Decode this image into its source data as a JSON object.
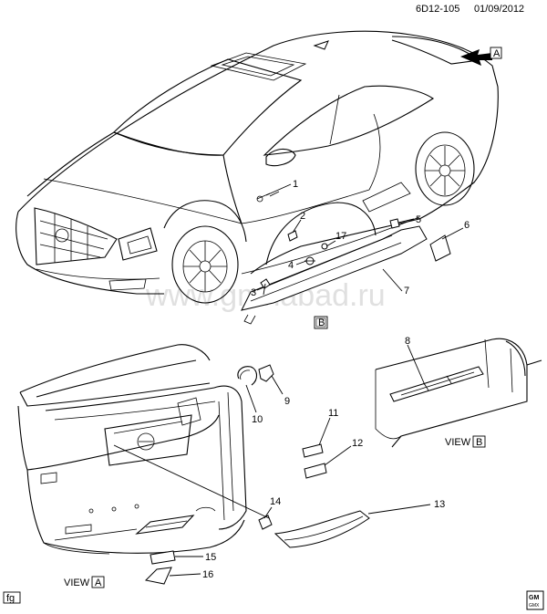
{
  "header": {
    "code": "6D12-105",
    "date": "01/09/2012"
  },
  "view_flag": "A",
  "callouts": [
    "1",
    "2",
    "3",
    "4",
    "5",
    "6",
    "7",
    "8",
    "9",
    "10",
    "11",
    "12",
    "13",
    "14",
    "15",
    "16",
    "17"
  ],
  "views": {
    "a": {
      "prefix": "VIEW",
      "letter": "A"
    },
    "b": {
      "prefix": "VIEW",
      "letter": "B"
    },
    "b_box": "B"
  },
  "watermark": "www.gmnabad.ru",
  "footer": {
    "corner_tag": "fg",
    "logo_top": "GM",
    "logo_bottom": "GMX"
  }
}
